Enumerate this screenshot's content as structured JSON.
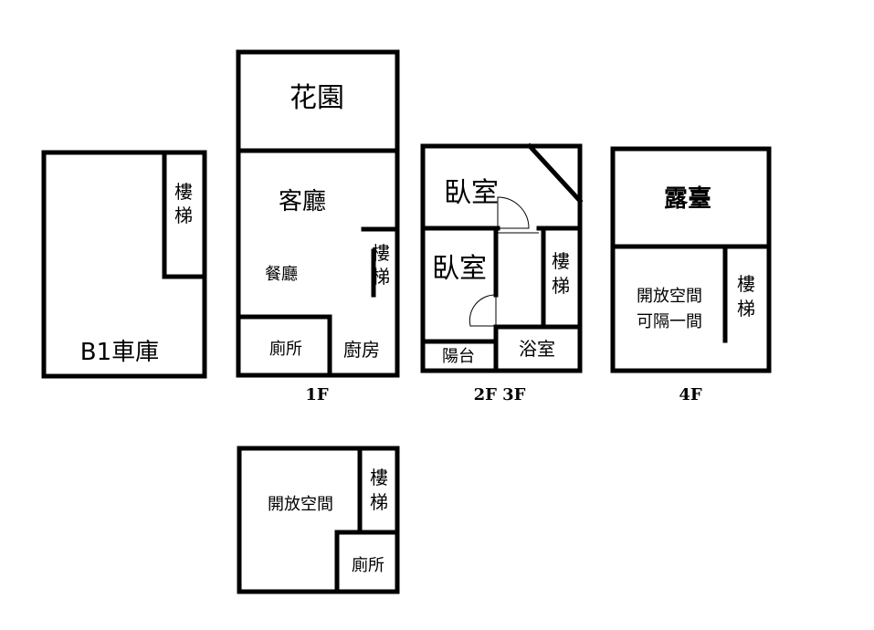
{
  "floors": {
    "b1": {
      "caption": "",
      "stairs": "樓梯",
      "garage": "B1車庫"
    },
    "f1": {
      "caption": "1F",
      "garden": "花園",
      "living": "客廳",
      "dining": "餐廳",
      "stairs": "樓梯",
      "toilet": "廁所",
      "kitchen": "廚房"
    },
    "f23": {
      "caption": "2F 3F",
      "bedroom_top": "臥室",
      "bedroom_left": "臥室",
      "stairs": "樓梯",
      "balcony": "陽台",
      "bathroom": "浴室"
    },
    "f4": {
      "caption": "4F",
      "terrace": "露臺",
      "open_space_line1": "開放空間",
      "open_space_line2": "可隔一間",
      "stairs": "樓梯"
    },
    "f5": {
      "caption": "",
      "open_space": "開放空間",
      "stairs": "樓梯",
      "toilet": "廁所"
    }
  }
}
